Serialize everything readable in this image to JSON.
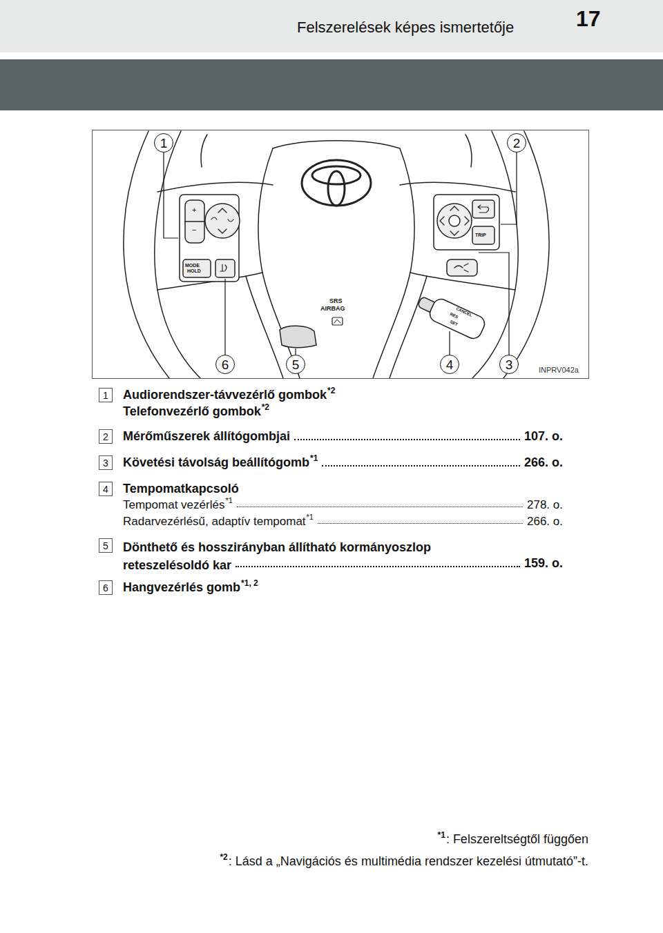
{
  "diagram": {
    "nodes": [
      {
        "text": [
          "1"
        ]
      },
      {
        "text": [
          "2"
        ]
      },
      {
        "text": [
          "6"
        ]
      },
      {
        "text": [
          "5"
        ]
      },
      {
        "text": [
          "4"
        ]
      },
      {
        "text": [
          "3"
        ]
      },
      {
        "text": [
          "1"
        ]
      },
      {
        "text": [
          "2"
        ]
      },
      {
        "text": [
          "3"
        ]
      },
      {
        "text": [
          "4"
        ]
      },
      {
        "text": [
          "5"
        ]
      },
      {
        "text": [
          "6"
        ]
      }
    ],
    "labels": [
      "17",
      "Felszerelések képes ismertetője",
      "MODE",
      "HOLD",
      "TRIP",
      "SRS",
      "AIRBAG",
      "+",
      "−",
      "CANCEL",
      "RES",
      "SET",
      "INPRV042a",
      "Audiorendszer-távvezérlő gombok",
      "*2",
      "Telefonvezérlő gombok",
      "*2",
      "Mérőműszerek állítógombjai",
      "107. o.",
      "Követési távolság beállítógomb",
      "*1",
      "266. o.",
      "Tempomatkapcsoló",
      "Tempomat vezérlés",
      "*1",
      "278. o.",
      "Radarvezérlésű, adaptív tempomat",
      "*1",
      "266. o.",
      "Dönthető és hosszirányban állítható kormányoszlop reteszelésoldó kar",
      "159. o.",
      "Hangvezérlés gomb",
      "*1, 2",
      "*1",
      ": Felszereltségtől függően",
      "*2",
      ": Lásd a „Navigációs és multimédia rendszer kezelési útmutató”-t."
    ]
  }
}
